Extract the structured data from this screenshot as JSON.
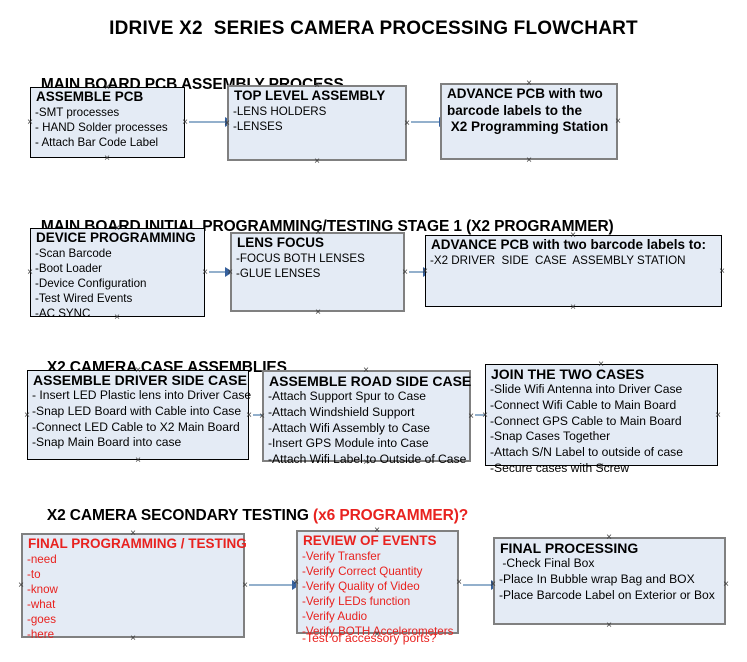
{
  "document": {
    "title": "IDRIVE X2  SERIES CAMERA PROCESSING FLOWCHART",
    "accent_red": "#e8221f",
    "node_fill": "#e4ebf5",
    "arrow_color": "#93b0cc",
    "arrow_head_color": "#36619e"
  },
  "sections": [
    {
      "id": "main-board-pcb-assembly",
      "heading": "MAIN BOARD PCB ASSEMBLY PROCESS",
      "heading_suffix": "",
      "nodes": [
        {
          "id": "assemble-pcb",
          "title": "ASSEMBLE PCB",
          "lines": [
            "-SMT processes",
            "- HAND Solder processes",
            "- Attach Bar Code Label"
          ]
        },
        {
          "id": "top-level-assembly",
          "title": "TOP LEVEL ASSEMBLY",
          "lines": [
            "-LENS HOLDERS",
            "-LENSES"
          ]
        },
        {
          "id": "advance-pcb-x2-programming-station",
          "title": "ADVANCE PCB with two",
          "lines": [
            "barcode labels to the",
            " X2 Programming Station"
          ]
        }
      ]
    },
    {
      "id": "main-board-initial-programming",
      "heading": "MAIN BOARD INITIAL PROGRAMMING/TESTING STAGE 1 (X2 PROGRAMMER)",
      "heading_suffix": "",
      "nodes": [
        {
          "id": "device-programming",
          "title": "DEVICE PROGRAMMING",
          "lines": [
            "-Scan Barcode",
            "-Boot Loader",
            "-Device Configuration",
            "-Test Wired Events",
            "-AC SYNC"
          ]
        },
        {
          "id": "lens-focus",
          "title": "LENS FOCUS",
          "lines": [
            "-FOCUS BOTH LENSES",
            "-GLUE LENSES"
          ]
        },
        {
          "id": "advance-pcb-driver-side-case",
          "title": "ADVANCE PCB with two barcode labels to:",
          "lines": [
            "-X2 DRIVER  SIDE  CASE  ASSEMBLY STATION"
          ]
        }
      ]
    },
    {
      "id": "x2-camera-case-assemblies",
      "heading": "X2 CAMERA CASE ASSEMBLIES",
      "heading_suffix": "",
      "nodes": [
        {
          "id": "assemble-driver-side-case",
          "title": "ASSEMBLE DRIVER SIDE CASE",
          "lines": [
            "- Insert LED Plastic lens into Driver Case",
            "-Snap LED Board with Cable into Case",
            "-Connect LED Cable to X2 Main Board",
            "-Snap Main Board into case"
          ]
        },
        {
          "id": "assemble-road-side-case",
          "title": "ASSEMBLE ROAD SIDE CASE",
          "lines": [
            "-Attach Support Spur to Case",
            "-Attach Windshield Support",
            "-Attach Wifi Assembly to Case",
            "-Insert GPS Module into Case",
            "-Attach Wifi Label to Outside of Case"
          ]
        },
        {
          "id": "join-the-two-cases",
          "title": "JOIN THE TWO CASES",
          "lines": [
            "-Slide Wifi Antenna into Driver Case",
            "-Connect Wifi Cable to Main Board",
            "-Connect GPS Cable to Main Board",
            "-Snap Cases Together",
            "-Attach S/N Label to outside of case",
            "-Secure cases with Screw"
          ]
        }
      ]
    },
    {
      "id": "x2-camera-secondary-testing",
      "heading": "X2 CAMERA SECONDARY TESTING ",
      "heading_suffix": "(x6 PROGRAMMER)?",
      "nodes": [
        {
          "id": "final-programming-testing",
          "title": "FINAL PROGRAMMING / TESTING",
          "lines": [
            "-need",
            "-to",
            "-know",
            "-what",
            "-goes",
            "-here"
          ]
        },
        {
          "id": "review-of-events",
          "title": "REVIEW OF EVENTS",
          "lines": [
            "-Verify Transfer",
            "-Verify Correct Quantity",
            "-Verify Quality of Video",
            "-Verify LEDs function",
            "-Verify Audio",
            "-Verify BOTH Accelerometers"
          ],
          "overflow_line": "-Test of accessory ports?"
        },
        {
          "id": "final-processing",
          "title": "FINAL PROCESSING",
          "lines": [
            " -Check Final Box",
            "-Place In Bubble wrap Bag and BOX",
            "-Place Barcode Label on Exterior or Box"
          ]
        }
      ]
    }
  ]
}
